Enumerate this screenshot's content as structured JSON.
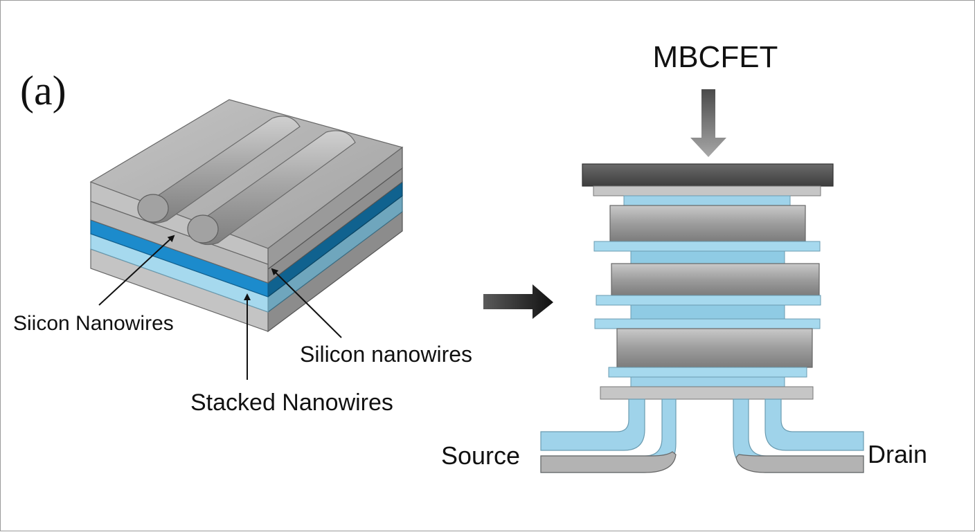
{
  "panel_label": "(a)",
  "title": "MBCFET",
  "labels": {
    "silicon_nanowires_left": "Siicon Nanowires",
    "silicon_nanowires_right": "Silicon nanowires",
    "stacked_nanowires": "Stacked Nanowires",
    "source": "Source",
    "drain": "Drain"
  },
  "colors": {
    "silicon_gray": "#a9a9a9",
    "nanowire_light_blue": "#9fd3ea",
    "nanowire_dark_blue": "#1a82c4",
    "gate_dark": "#5a5a5a"
  }
}
